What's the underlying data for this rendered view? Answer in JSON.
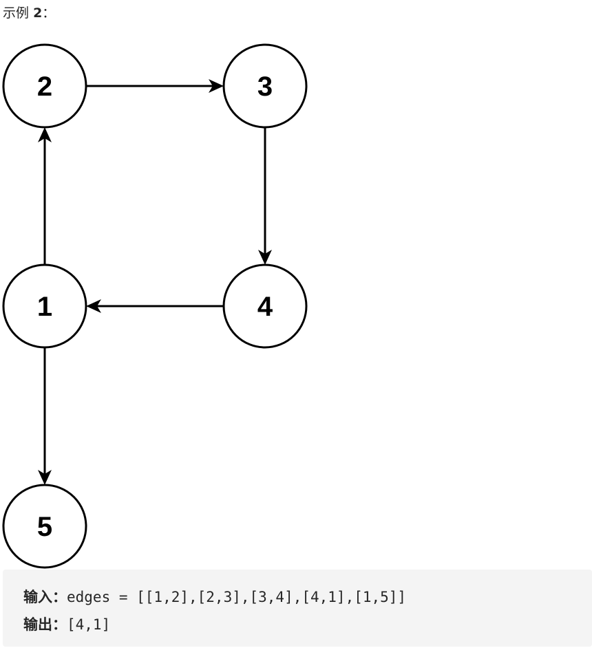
{
  "heading": {
    "prefix": "示例",
    "number": "2",
    "suffix": "："
  },
  "graph": {
    "nodes": [
      {
        "id": "1",
        "label": "1"
      },
      {
        "id": "2",
        "label": "2"
      },
      {
        "id": "3",
        "label": "3"
      },
      {
        "id": "4",
        "label": "4"
      },
      {
        "id": "5",
        "label": "5"
      }
    ],
    "edges": [
      {
        "from": "1",
        "to": "2"
      },
      {
        "from": "2",
        "to": "3"
      },
      {
        "from": "3",
        "to": "4"
      },
      {
        "from": "4",
        "to": "1"
      },
      {
        "from": "1",
        "to": "5"
      }
    ]
  },
  "example": {
    "input_label": "输入：",
    "input_value": "edges = [[1,2],[2,3],[3,4],[4,1],[1,5]]",
    "output_label": "输出：",
    "output_value": "[4,1]"
  }
}
